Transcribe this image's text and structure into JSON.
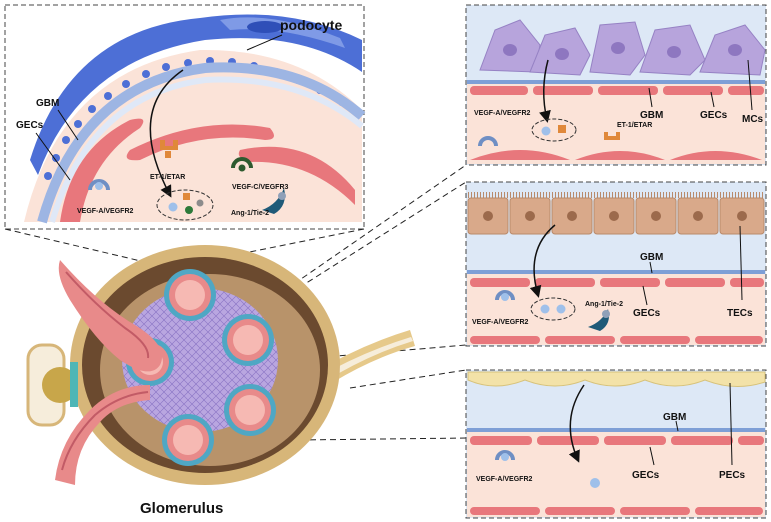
{
  "main_title": "Glomerulus",
  "top_left_panel": {
    "podocyte_label": "podocyte",
    "gbm_label": "GBM",
    "gecs_label": "GECs",
    "ligand_labels": [
      "ET-1/ETAR",
      "VEGF-C/VEGFR3",
      "VEGF-A/VEGFR2",
      "Ang-1/Tie-2"
    ]
  },
  "right_panel_1": {
    "cell_labels": [
      "GBM",
      "GECs",
      "MCs"
    ],
    "ligand_labels": [
      "VEGF-A/VEGFR2",
      "ET-1/ETAR"
    ]
  },
  "right_panel_2": {
    "cell_labels": [
      "GBM",
      "GECs",
      "TECs"
    ],
    "ligand_labels": [
      "VEGF-A/VEGFR2",
      "Ang-1/Tie-2"
    ]
  },
  "right_panel_3": {
    "cell_labels": [
      "GBM",
      "GECs",
      "PECs"
    ],
    "ligand_labels": [
      "VEGF-A/VEGFR2"
    ]
  },
  "colors": {
    "podocyte": "#5b78d8",
    "gbm": "#7e9fd6",
    "endothelium": "#e8777c",
    "cytoplasm": "#fbe3d8",
    "mesangial": "#a892d0",
    "tubular": "#d9a98a",
    "capsule": "#e6c98a",
    "lumen": "#dde8f6"
  }
}
